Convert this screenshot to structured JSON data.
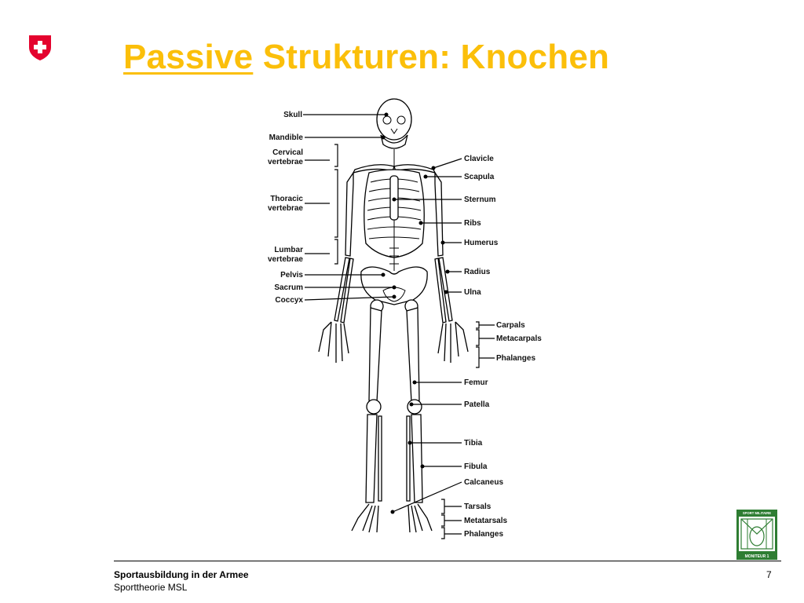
{
  "slide": {
    "title_underlined": "Passive",
    "title_rest": " Strukturen: Knochen",
    "accent_color": "#FBBF0A",
    "emblem": "swiss-cross-shield-icon"
  },
  "diagram": {
    "labels_left": [
      {
        "id": "skull",
        "text": "Skull"
      },
      {
        "id": "mandible",
        "text": "Mandible"
      },
      {
        "id": "cervical1",
        "text": "Cervical"
      },
      {
        "id": "cervical2",
        "text": "vertebrae"
      },
      {
        "id": "thoracic1",
        "text": "Thoracic"
      },
      {
        "id": "thoracic2",
        "text": "vertebrae"
      },
      {
        "id": "lumbar1",
        "text": "Lumbar"
      },
      {
        "id": "lumbar2",
        "text": "vertebrae"
      },
      {
        "id": "pelvis",
        "text": "Pelvis"
      },
      {
        "id": "sacrum",
        "text": "Sacrum"
      },
      {
        "id": "coccyx",
        "text": "Coccyx"
      }
    ],
    "labels_right": [
      {
        "id": "clavicle",
        "text": "Clavicle"
      },
      {
        "id": "scapula",
        "text": "Scapula"
      },
      {
        "id": "sternum",
        "text": "Sternum"
      },
      {
        "id": "ribs",
        "text": "Ribs"
      },
      {
        "id": "humerus",
        "text": "Humerus"
      },
      {
        "id": "radius",
        "text": "Radius"
      },
      {
        "id": "ulna",
        "text": "Ulna"
      },
      {
        "id": "carpals",
        "text": "Carpals"
      },
      {
        "id": "metacarpals",
        "text": "Metacarpals"
      },
      {
        "id": "phalanges_hand",
        "text": "Phalanges"
      },
      {
        "id": "femur",
        "text": "Femur"
      },
      {
        "id": "patella",
        "text": "Patella"
      },
      {
        "id": "tibia",
        "text": "Tibia"
      },
      {
        "id": "fibula",
        "text": "Fibula"
      },
      {
        "id": "calcaneus",
        "text": "Calcaneus"
      },
      {
        "id": "tarsals",
        "text": "Tarsals"
      },
      {
        "id": "metatarsals",
        "text": "Metatarsals"
      },
      {
        "id": "phalanges_foot",
        "text": "Phalanges"
      }
    ]
  },
  "logo": {
    "top_text": "SPORT MILITAIRE",
    "bottom_text": "MONITEUR 1",
    "color": "#2E7D32"
  },
  "footer": {
    "title": "Sportausbildung in der Armee",
    "subtitle": "Sporttheorie MSL",
    "page_number": "7"
  }
}
